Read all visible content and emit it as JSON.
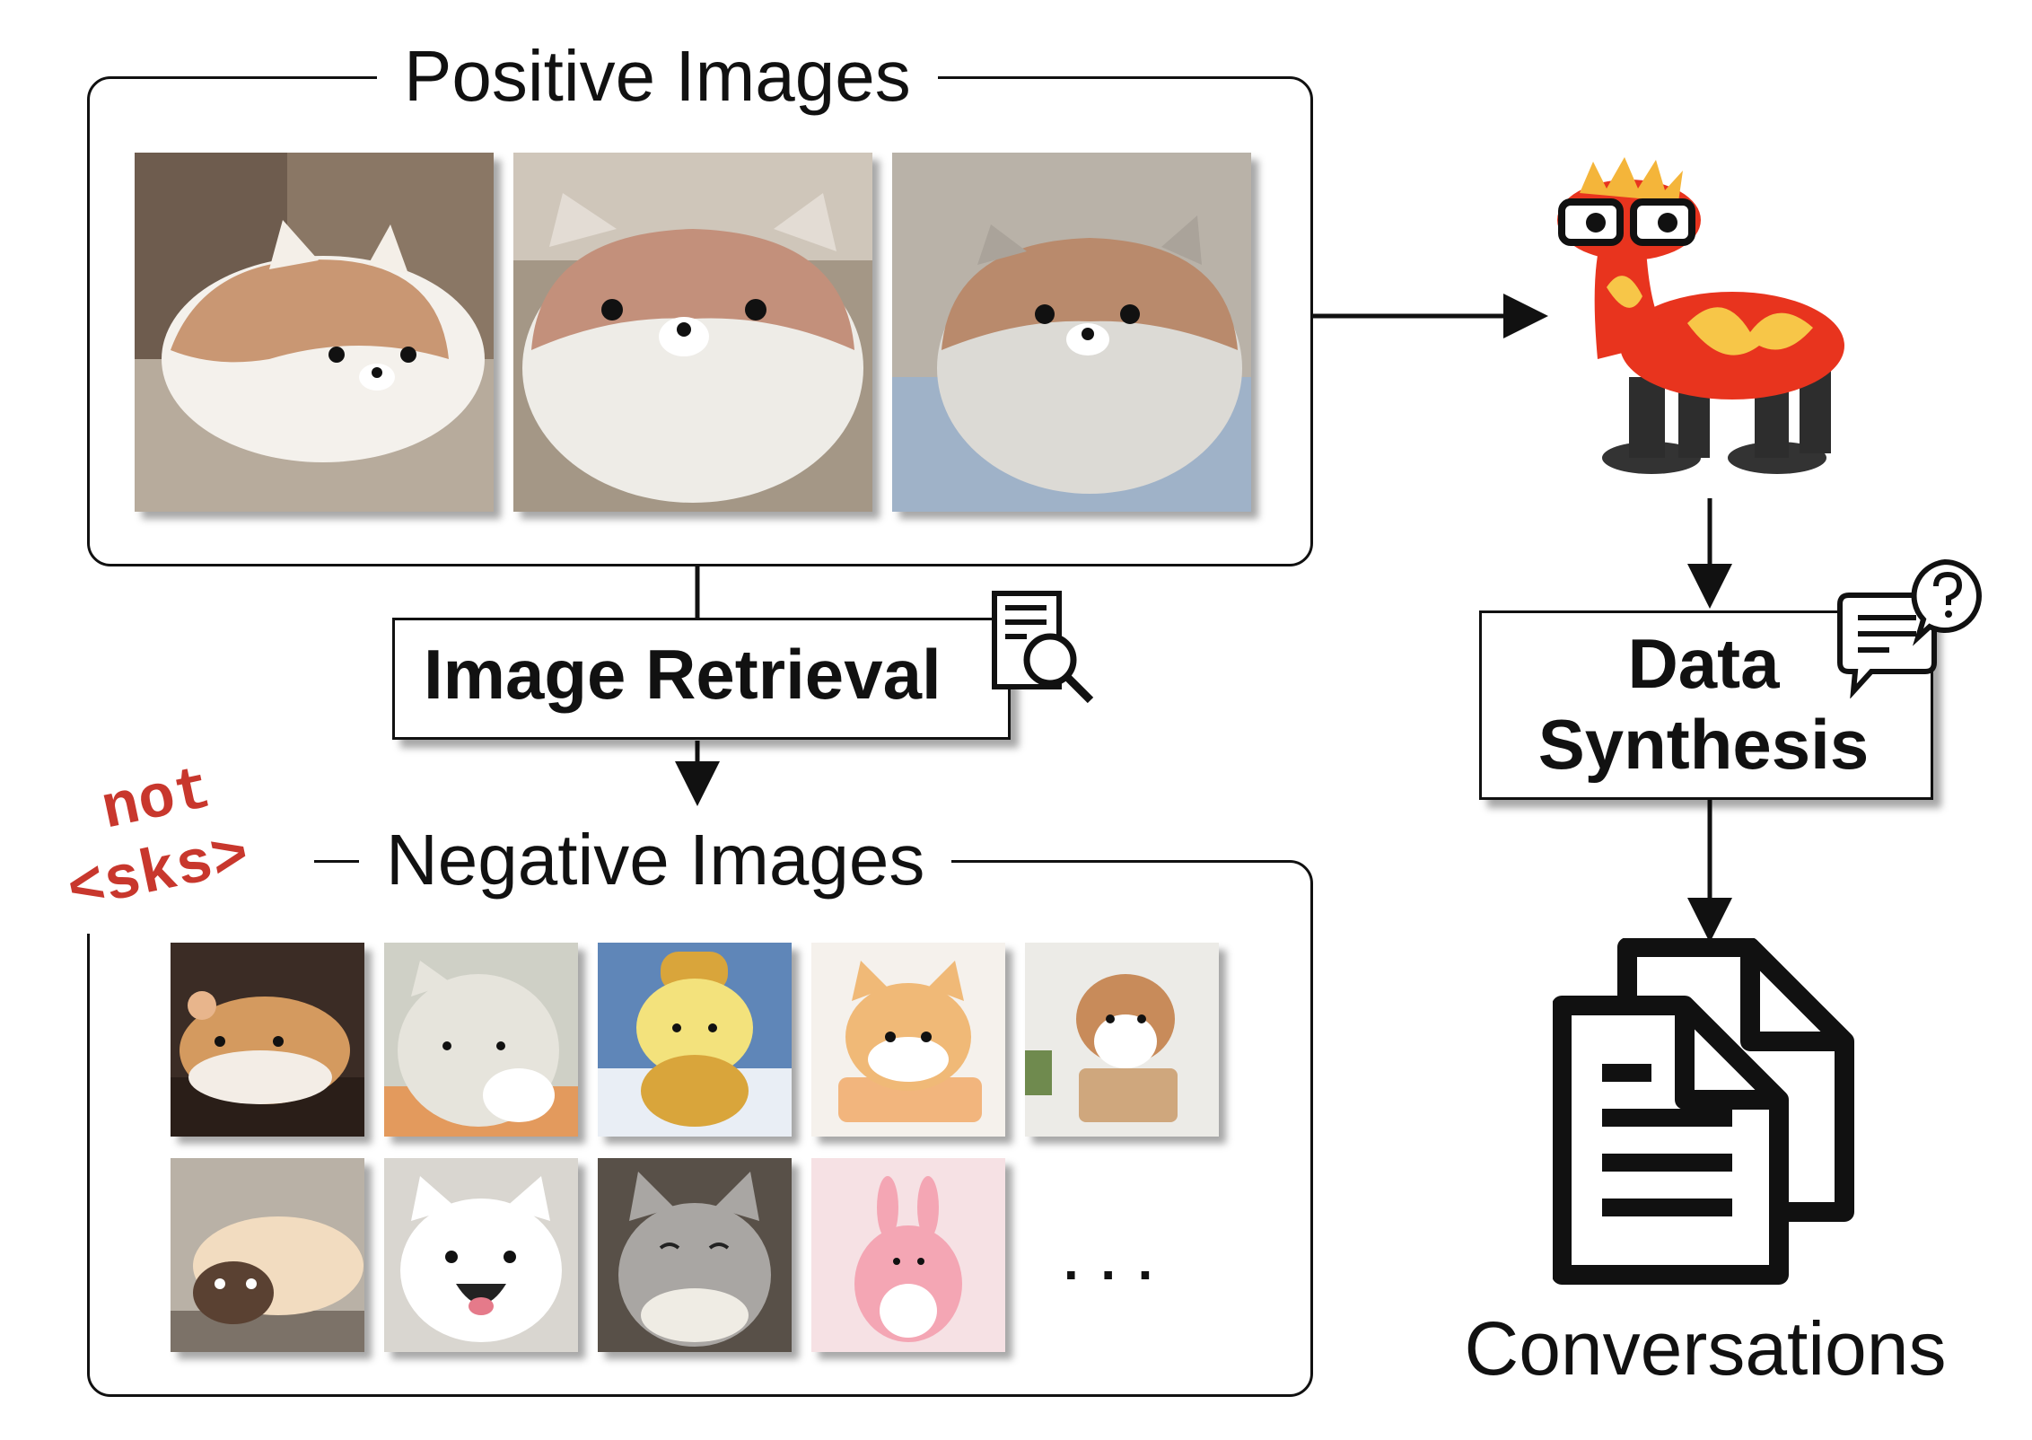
{
  "positive": {
    "title": "Positive Images",
    "images": [
      {
        "subject": "shiba-plush",
        "bg": "#8a7765"
      },
      {
        "subject": "shiba-plush",
        "bg": "#a49786"
      },
      {
        "subject": "shiba-plush",
        "bg": "#b9b2a8"
      }
    ]
  },
  "retrieval": {
    "label": "Image Retrieval",
    "icon": "document-search-icon"
  },
  "negative": {
    "title": "Negative Images",
    "tag_line1": "not",
    "tag_line2": "<sks>",
    "images": [
      {
        "subject": "hamster-plush",
        "bg": "#3b2c25"
      },
      {
        "subject": "white-cat-plush",
        "bg": "#cfd0c6"
      },
      {
        "subject": "yellow-dog-plush",
        "bg": "#5f86b8"
      },
      {
        "subject": "shiba-blanket-plush",
        "bg": "#f5f1ec"
      },
      {
        "subject": "corgi-plush",
        "bg": "#ecebe7"
      },
      {
        "subject": "pug-plush",
        "bg": "#b9b1a6"
      },
      {
        "subject": "samoyed-plush",
        "bg": "#d9d6d0"
      },
      {
        "subject": "grey-cat-plush",
        "bg": "#585048"
      },
      {
        "subject": "pink-bunny-plush",
        "bg": "#f6e1e4"
      }
    ],
    "ellipsis": ". . ."
  },
  "mascot": {
    "name": "fire-llama-mascot"
  },
  "synthesis": {
    "line1": "Data",
    "line2": "Synthesis",
    "icon": "chat-question-icon"
  },
  "output": {
    "label": "Conversations",
    "icon": "documents-icon"
  },
  "colors": {
    "line": "#111111",
    "tag": "#c8372d"
  }
}
